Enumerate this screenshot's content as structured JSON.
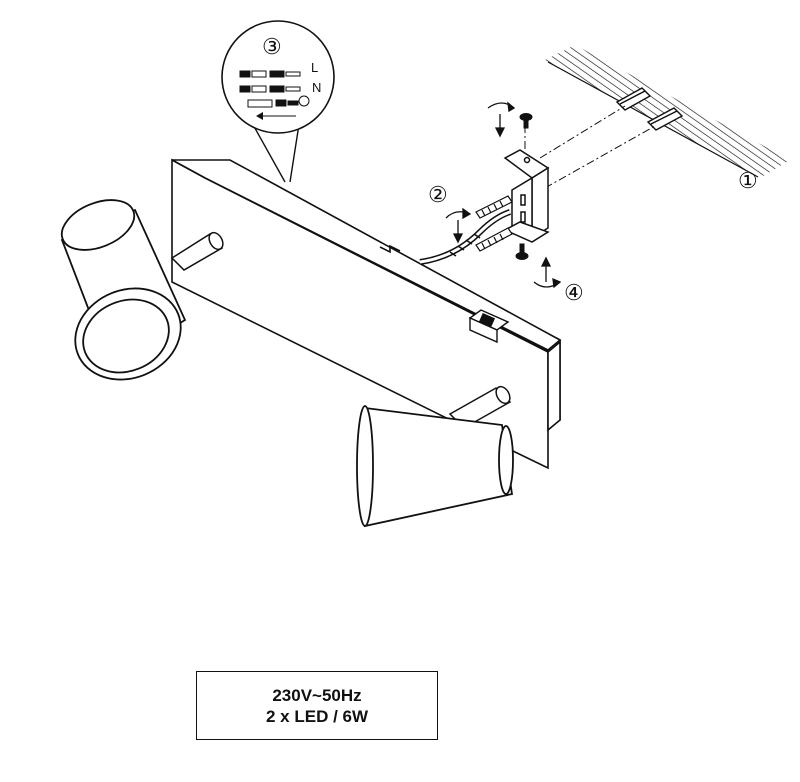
{
  "steps": {
    "step1": "①",
    "step2": "②",
    "step3": "③",
    "step4": "④"
  },
  "wiring": {
    "live": "L",
    "neutral": "N"
  },
  "spec": {
    "voltage": "230V~50Hz",
    "lamps": "2 x LED / 6W"
  },
  "colors": {
    "ink": "#111111",
    "paper": "#ffffff"
  }
}
